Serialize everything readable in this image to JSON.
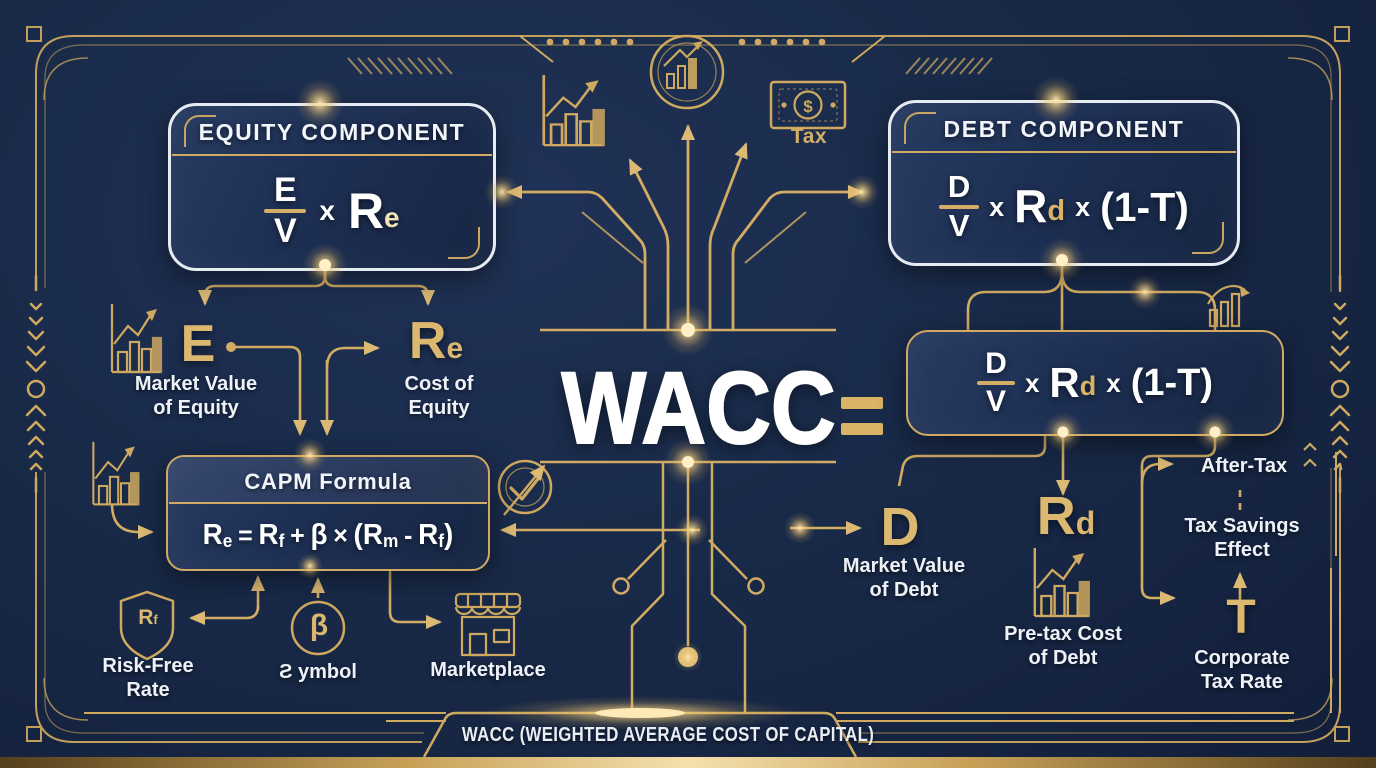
{
  "colors": {
    "background": "#15233f",
    "gold": "#d4ae66",
    "gold_bright": "#f6e3b0",
    "white_text": "#f2f5fa",
    "panel_navy": "#1d2f53",
    "panel_border_white": "#e7ecf3"
  },
  "top": {
    "tax_label": "Tax"
  },
  "equity_box": {
    "title": "EQUITY COMPONENT",
    "formula": {
      "numerator": "E",
      "denominator": "V",
      "times": "x",
      "base": "R",
      "sub": "e"
    }
  },
  "debt_box": {
    "title": "DEBT COMPONENT",
    "formula": {
      "numerator": "D",
      "denominator": "V",
      "times1": "x",
      "base": "R",
      "sub": "d",
      "times2": "x",
      "tax_term": "(1-T)"
    }
  },
  "center": {
    "title": "WACC",
    "equals": "=",
    "formula": {
      "numerator": "D",
      "denominator": "V",
      "times1": "x",
      "base": "R",
      "sub": "d",
      "times2": "x",
      "tax_term": "(1-T)"
    }
  },
  "equity_detail": {
    "e": {
      "symbol": "E",
      "caption": [
        "Market Value",
        "of Equity"
      ]
    },
    "re": {
      "base": "R",
      "sub": "e",
      "caption": [
        "Cost of",
        "Equity"
      ]
    }
  },
  "capm": {
    "title": "CAPM Formula",
    "parts": {
      "p0": "R",
      "p1": "e",
      "p2": "=",
      "p3": "R",
      "p4": "f",
      "p5": "+",
      "p6": "β",
      "p7": "×",
      "p8": "(R",
      "p9": "m",
      "p10": "-",
      "p11": "R",
      "p12": "f",
      "p13": ")"
    }
  },
  "inputs": {
    "risk_free": {
      "base": "R",
      "sub": "f",
      "caption": [
        "Risk-Free",
        "Rate"
      ]
    },
    "beta": {
      "symbol": "β",
      "caption": "Ƨ ymbol"
    },
    "marketplace": {
      "caption": "Marketplace"
    }
  },
  "debt_detail": {
    "d": {
      "symbol": "D",
      "caption": [
        "Market Value",
        "of Debt"
      ]
    },
    "rd": {
      "base": "R",
      "sub": "d",
      "caption": [
        "Pre-tax Cost",
        "of Debt"
      ]
    },
    "after_tax": "After-Tax",
    "tax_savings": [
      "Tax Savings",
      "Effect"
    ],
    "t": {
      "symbol": "T",
      "caption": [
        "Corporate",
        "Tax Rate"
      ]
    }
  },
  "banner": {
    "text": "WACC (WEIGHTED AVERAGE COST OF CAPITAL)"
  },
  "icons": {
    "growth_chart": "bar-chart-with-rising-arrow",
    "circle_chart": "circled-bar-chart",
    "money": "dollar-bill-tax",
    "target": "target-with-checkmark",
    "shield": "risk-free-shield",
    "beta_circle": "beta-in-circle",
    "storefront": "marketplace-store"
  }
}
